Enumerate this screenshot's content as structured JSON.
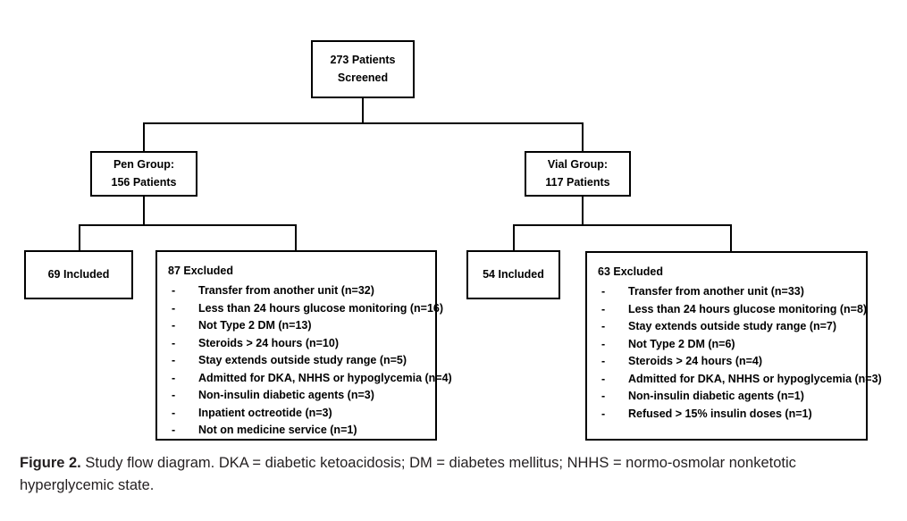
{
  "figure": {
    "caption_label": "Figure 2.",
    "caption_text": " Study flow diagram. DKA = diabetic ketoacidosis; DM = diabetes mellitus; NHHS = normo-osmolar nonketotic hyperglycemic state.",
    "colors": {
      "box_border": "#000000",
      "background": "#ffffff",
      "text": "#000000",
      "caption_text": "#231f20"
    }
  },
  "diagram": {
    "type": "flowchart",
    "root": {
      "line1": "273 Patients",
      "line2": "Screened"
    },
    "groups": [
      {
        "id": "pen",
        "line1": "Pen Group:",
        "line2": "156 Patients",
        "included": "69 Included",
        "excluded_title": "87 Excluded",
        "excluded_items": [
          "Transfer from another unit (n=32)",
          "Less than 24 hours glucose monitoring (n=16)",
          "Not Type 2 DM (n=13)",
          "Steroids > 24 hours (n=10)",
          "Stay extends outside study range (n=5)",
          "Admitted for DKA, NHHS or hypoglycemia (n=4)",
          "Non-insulin diabetic agents (n=3)",
          "Inpatient octreotide (n=3)",
          "Not on medicine service (n=1)"
        ]
      },
      {
        "id": "vial",
        "line1": "Vial Group:",
        "line2": "117 Patients",
        "included": "54 Included",
        "excluded_title": "63 Excluded",
        "excluded_items": [
          "Transfer from another unit (n=33)",
          "Less than 24 hours glucose monitoring (n=8)",
          "Stay extends outside study range (n=7)",
          "Not Type 2 DM (n=6)",
          "Steroids > 24 hours (n=4)",
          "Admitted for DKA, NHHS or hypoglycemia (n=3)",
          "Non-insulin diabetic agents (n=1)",
          "Refused > 15% insulin doses (n=1)"
        ]
      }
    ],
    "bullet_marker": "-"
  }
}
